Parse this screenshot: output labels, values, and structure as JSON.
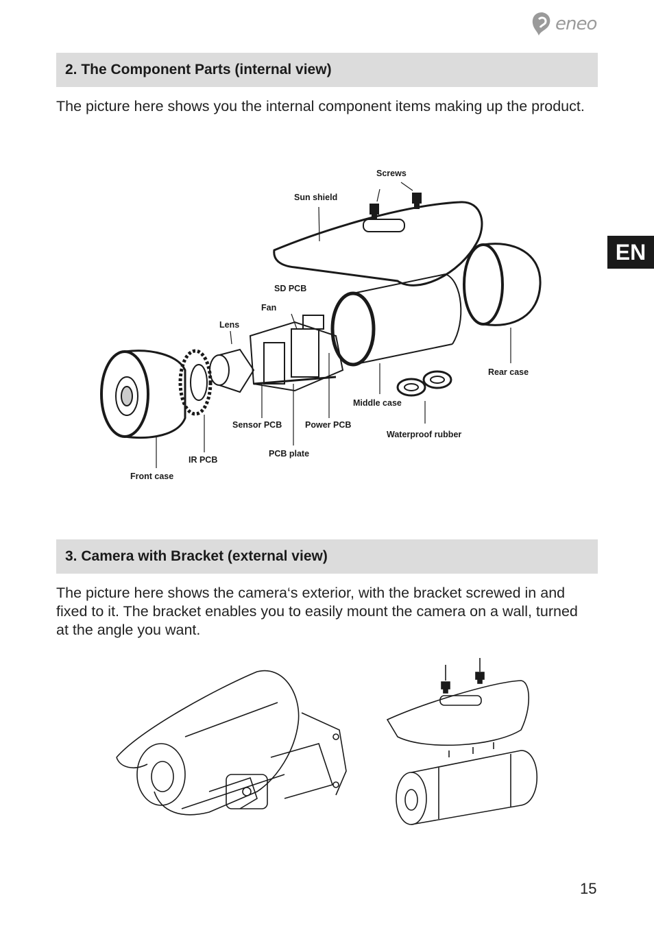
{
  "header": {
    "brand": "eneo",
    "language_tab": "EN"
  },
  "section2": {
    "title": "2. The Component Parts (internal view)",
    "text": "The picture here shows you the internal component items making up the product."
  },
  "diagram": {
    "labels": {
      "screws": "Screws",
      "sun_shield": "Sun shield",
      "sd_pcb": "SD PCB",
      "fan": "Fan",
      "lens": "Lens",
      "rear_case": "Rear case",
      "middle_case": "Middle case",
      "sensor_pcb": "Sensor PCB",
      "power_pcb": "Power PCB",
      "waterproof_rubber": "Waterproof rubber",
      "pcb_plate": "PCB plate",
      "ir_pcb": "IR PCB",
      "front_case": "Front case"
    }
  },
  "section3": {
    "title": "3. Camera with Bracket (external view)",
    "text": "The picture here shows the camera‘s exterior, with the bracket screwed in and fixed to it. The bracket enables you to easily mount the camera on a wall, turned at the angle you want."
  },
  "footer": {
    "page_number": "15"
  }
}
